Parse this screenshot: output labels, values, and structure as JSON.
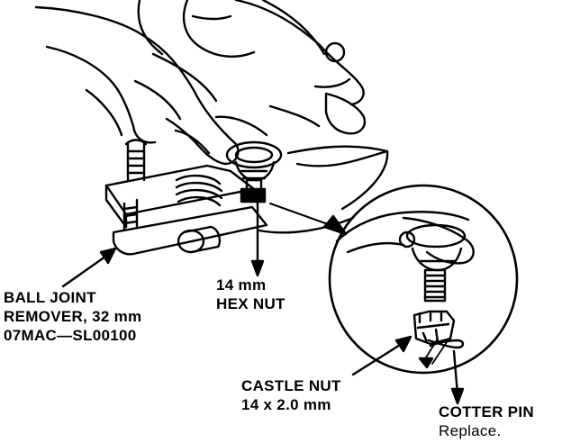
{
  "labels": {
    "ball_joint_remover": [
      "BALL JOINT",
      "REMOVER, 32 mm",
      "07MAC—SL00100"
    ],
    "hex_nut": [
      "14 mm",
      "HEX NUT"
    ],
    "castle_nut": [
      "CASTLE NUT",
      "14 x 2.0 mm"
    ],
    "cotter_pin": [
      "COTTER PIN",
      "Replace."
    ]
  },
  "colors": {
    "ink": "#000000",
    "paper": "#ffffff"
  }
}
